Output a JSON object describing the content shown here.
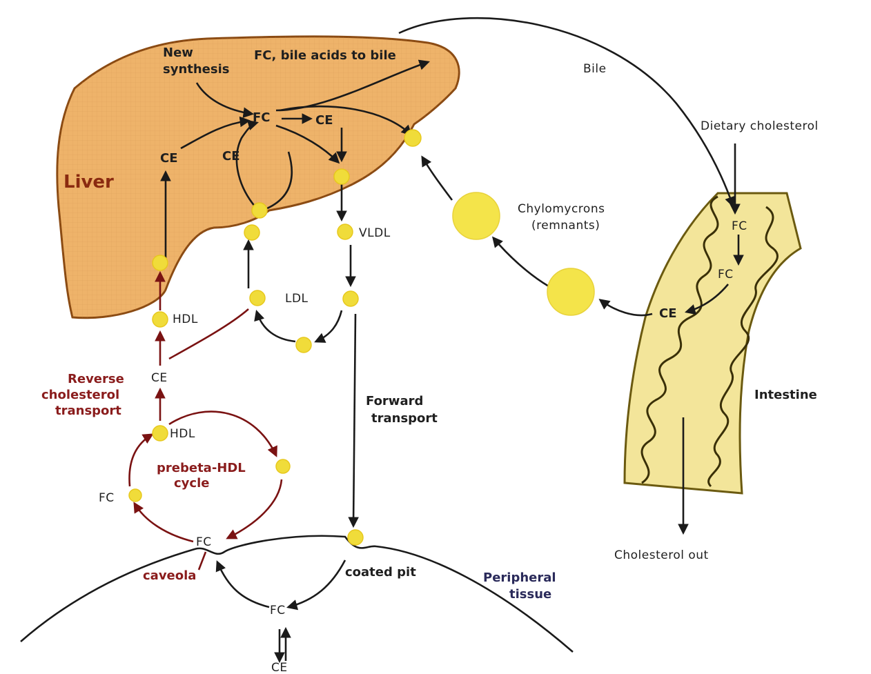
{
  "labels": {
    "liver": "Liver",
    "new_synthesis_1": "New",
    "new_synthesis_2": "synthesis",
    "fc_bile": "FC, bile acids to bile",
    "fc_liver": "FC",
    "ce_liver_right": "CE",
    "ce_liver_left": "CE",
    "ce_liver_mid": "CE",
    "vldl": "VLDL",
    "ldl": "LDL",
    "hdl_upper": "HDL",
    "ce_mid": "CE",
    "reverse_1": "Reverse",
    "reverse_2": "cholesterol",
    "reverse_3": "transport",
    "hdl_lower": "HDL",
    "prebeta_1": "prebeta-HDL",
    "prebeta_2": "cycle",
    "fc_left": "FC",
    "fc_caveola": "FC",
    "caveola": "caveola",
    "coated_pit": "coated pit",
    "forward_1": "Forward",
    "forward_2": "transport",
    "peripheral_1": "Peripheral",
    "peripheral_2": "tissue",
    "fc_bottom": "FC",
    "ce_bottom": "CE",
    "bile": "Bile",
    "dietary": "Dietary cholesterol",
    "chylo_1": "Chylomycrons",
    "chylo_2": "(remnants)",
    "fc_int_1": "FC",
    "fc_int_2": "FC",
    "ce_int": "CE",
    "intestine": "Intestine",
    "chol_out": "Cholesterol out"
  },
  "colors": {
    "liver_fill": "#eeb36a",
    "liver_stroke": "#8a4a12",
    "lipoprotein": "#f0dc3a",
    "intestine_fill": "#f3e59a",
    "reverse_path": "#7a1212"
  }
}
